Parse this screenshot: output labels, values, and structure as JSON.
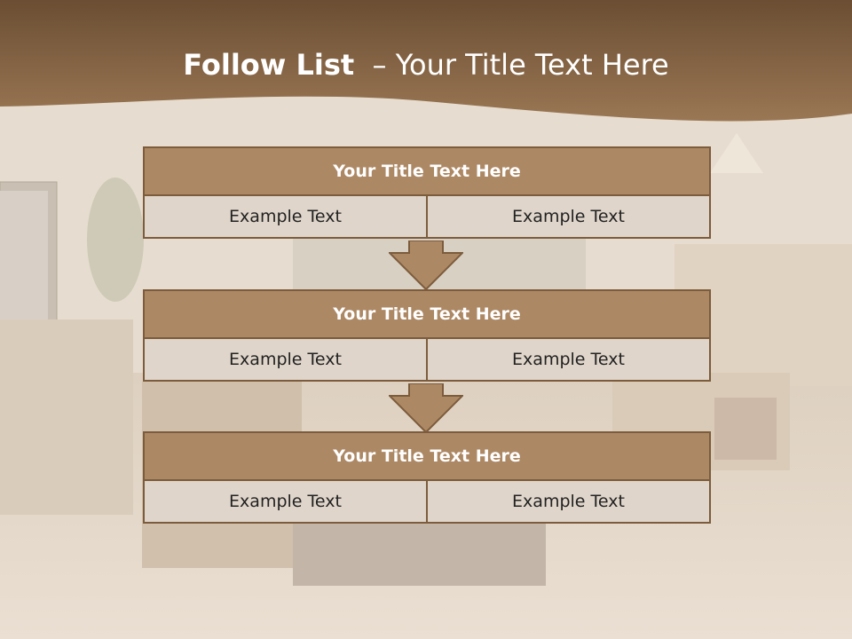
{
  "title": {
    "bold": "Follow List",
    "rest": "Your Title Text Here"
  },
  "blocks": [
    {
      "title": "Your Title Text Here",
      "left": "Example Text",
      "right": "Example Text"
    },
    {
      "title": "Your Title Text Here",
      "left": "Example Text",
      "right": "Example Text"
    },
    {
      "title": "Your Title Text Here",
      "left": "Example Text",
      "right": "Example Text"
    }
  ],
  "colors": {
    "header_band": "#8a6a49",
    "block_fill": "#ad8864",
    "border": "#7c5c3c",
    "cell_fill": "#dfd5ca"
  }
}
